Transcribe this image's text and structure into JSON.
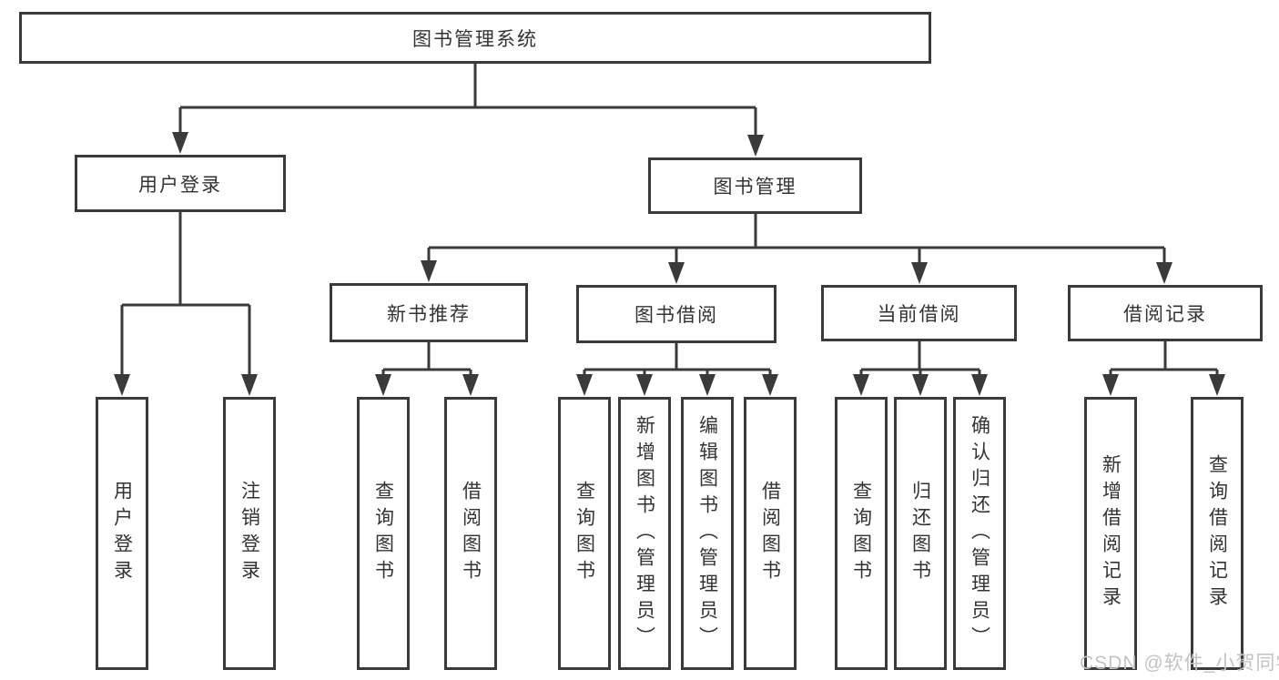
{
  "tree": {
    "root": "图书管理系统",
    "level2": [
      "用户登录",
      "图书管理"
    ],
    "level3": [
      "新书推荐",
      "图书借阅",
      "当前借阅",
      "借阅记录"
    ],
    "leaves": {
      "user_login": [
        "用户登录",
        "注销登录"
      ],
      "new_book": [
        "查询图书",
        "借阅图书"
      ],
      "book_borrow": [
        "查询图书",
        "新增图书（管理员）",
        "编辑图书（管理员）",
        "借阅图书"
      ],
      "current_borrow": [
        "查询图书",
        "归还图书",
        "确认归还（管理员）"
      ],
      "borrow_record": [
        "新增借阅记录",
        "查询借阅记录"
      ]
    }
  },
  "watermark": "CSDN @软件_小贺同学",
  "colors": {
    "line": "#3a3a3a",
    "text": "#333333",
    "background": "#ffffff",
    "watermark": "#c3c3c3"
  }
}
